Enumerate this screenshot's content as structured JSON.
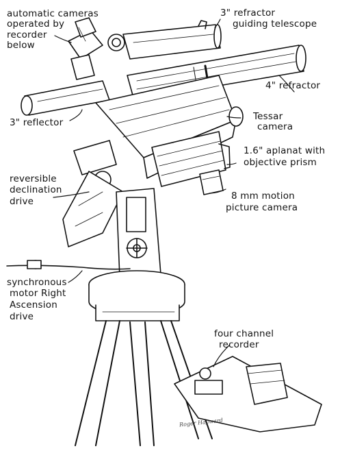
{
  "labels": {
    "auto_cameras": [
      "automatic cameras",
      "operated by",
      "recorder",
      "below"
    ],
    "guiding_telescope": [
      "3\" refractor",
      "guiding telescope"
    ],
    "refractor_4": "4\" refractor",
    "reflector_3": "3\" reflector",
    "tessar": [
      "Tessar",
      "camera"
    ],
    "aplanat": [
      "1.6\" aplanat with",
      "objective prism"
    ],
    "declination": [
      "reversible",
      "declination",
      "drive"
    ],
    "motion_camera": [
      "8 mm motion",
      "picture camera"
    ],
    "synchronous": [
      "synchronous",
      "motor Right",
      "Ascension",
      "drive"
    ],
    "recorder": [
      "four channel",
      "recorder"
    ]
  },
  "signature": "Roger Hayward",
  "colors": {
    "ink": "#111111",
    "paper": "#ffffff"
  }
}
